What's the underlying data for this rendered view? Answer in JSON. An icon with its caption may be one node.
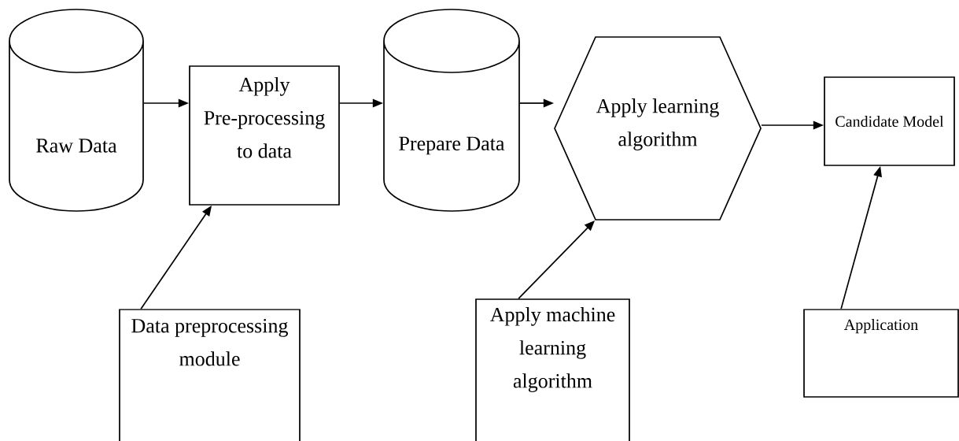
{
  "diagram": {
    "nodes": [
      {
        "text": [
          "Raw Data"
        ]
      },
      {
        "text": [
          "Apply Pre-processing to data"
        ]
      },
      {
        "text": [
          "Prepare Data"
        ]
      },
      {
        "text": [
          "Apply learning algorithm"
        ]
      },
      {
        "text": [
          "Candidate Model"
        ]
      },
      {
        "text": [
          "Data preprocessing module"
        ]
      },
      {
        "text": [
          "Apply machine learning algorithm"
        ]
      },
      {
        "text": [
          "Application"
        ]
      }
    ],
    "edges": [
      {
        "from": 0,
        "to": 1,
        "arrow": "to"
      },
      {
        "from": 1,
        "to": 2,
        "arrow": "to"
      },
      {
        "from": 2,
        "to": 3,
        "arrow": "to"
      },
      {
        "from": 3,
        "to": 4,
        "arrow": "to"
      },
      {
        "from": 5,
        "to": 1,
        "arrow": "to"
      },
      {
        "from": 6,
        "to": 3,
        "arrow": "to"
      },
      {
        "from": 7,
        "to": 4,
        "arrow": "to"
      }
    ]
  }
}
